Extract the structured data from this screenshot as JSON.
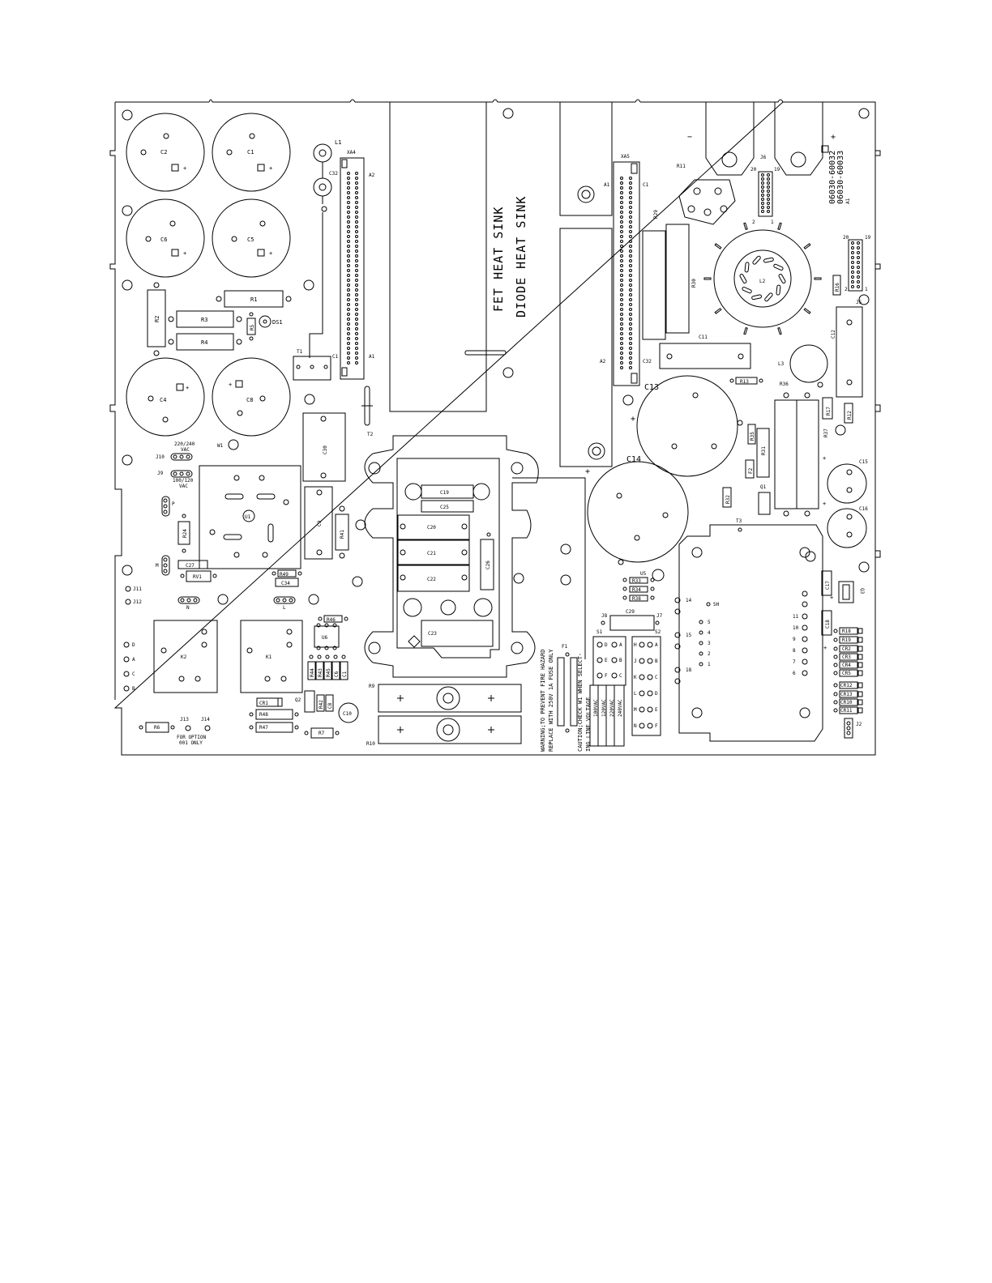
{
  "board": {
    "part_number_1": "06030-60032",
    "part_number_2": "06030-60033",
    "assembly": "A1",
    "polarity_minus": "−",
    "polarity_plus": "+",
    "fet_heat_sink": "FET HEAT SINK",
    "diode_heat_sink": "DIODE HEAT SINK",
    "warning_line1": "WARNING;TO PREVENT FIRE HAZARD",
    "warning_line2": "REPLACE WITH 250V 1A FUSE ONLY",
    "caution_line1": "CAUTION;CHECK W1 WHEN SELECT-",
    "caution_line2": "ING LINE VOLTAGE",
    "vac_220_240": "220/240",
    "vac_220_240_unit": "VAC",
    "vac_100_120": "100/120",
    "vac_100_120_unit": "VAC",
    "option_line1": "FOR OPTION",
    "option_line2": "001 ONLY",
    "s2_opt1": "100VAC",
    "s2_opt2": "120VAC",
    "s2_opt3": "220VAC",
    "s2_opt4": "240VAC"
  },
  "labels": {
    "C1": "C1",
    "C2": "C2",
    "C4": "C4",
    "C5": "C5",
    "C6": "C6",
    "C8": "C8",
    "C9": "C9",
    "C10": "C10",
    "C11": "C11",
    "C12": "C12",
    "C13": "C13",
    "C14": "C14",
    "C15": "C15",
    "C16": "C16",
    "C17": "C17",
    "C18": "C18",
    "C19": "C19",
    "C20": "C20",
    "C21": "C21",
    "C22": "C22",
    "C23": "C23",
    "C25": "C25",
    "C26": "C26",
    "C27": "C27",
    "C29": "C29",
    "C30": "C30",
    "C32": "C32",
    "C34": "C34",
    "R1": "R1",
    "R2": "R2",
    "R3": "R3",
    "R4": "R4",
    "R5": "R5",
    "R6": "R6",
    "R7": "R7",
    "R9": "R9",
    "R10": "R10",
    "R11": "R11",
    "R12": "R12",
    "R13": "R13",
    "R16": "R16",
    "R17": "R17",
    "R18": "R18",
    "R19": "R19",
    "R24": "R24",
    "R29": "R29",
    "R30": "R30",
    "R31": "R31",
    "R32": "R32",
    "R33": "R33",
    "R34": "R34",
    "R35": "R35",
    "R36": "R36",
    "R37": "R37",
    "R38": "R38",
    "R41": "R41",
    "R42": "R42",
    "R43": "R43",
    "R44": "R44",
    "R45": "R45",
    "R46": "R46",
    "R47": "R47",
    "R48": "R48",
    "R49": "R49",
    "CR1": "CR1",
    "CR2": "CR2",
    "CR3": "CR3",
    "CR4": "CR4",
    "CR5": "CR5",
    "CR10": "CR10",
    "CR11": "CR11",
    "CR12": "CR12",
    "CR13": "CR13",
    "J2": "J2",
    "J5": "J5",
    "J6": "J6",
    "J7": "J7",
    "J8": "J8",
    "J9": "J9",
    "J10": "J10",
    "J11": "J11",
    "J12": "J12",
    "J13": "J13",
    "J14": "J14",
    "K1": "K1",
    "K2": "K2",
    "L1": "L1",
    "L2": "L2",
    "L3": "L3",
    "T1": "T1",
    "T2": "T2",
    "T3": "T3",
    "U1": "U1",
    "U5": "U5",
    "U6": "U6",
    "Q1": "Q1",
    "Q2": "Q2",
    "Q3": "Q3",
    "DS1": "DS1",
    "RV1": "RV1",
    "XA4": "XA4",
    "XA5": "XA5",
    "A1": "A1",
    "A2": "A2",
    "W1": "W1",
    "F1": "F1",
    "F2": "F2",
    "S1": "S1",
    "S2": "S2",
    "P": "P",
    "M": "M",
    "N": "N",
    "L": "L",
    "D": "D",
    "A": "A",
    "C": "C",
    "B": "B",
    "SH": "SH",
    "pin20": "20",
    "pin19": "19",
    "pin2": "2",
    "pin1": "1"
  },
  "s1_rows": [
    [
      "D",
      "A"
    ],
    [
      "E",
      "B"
    ],
    [
      "F",
      "C"
    ]
  ],
  "s2_rows": [
    [
      "H",
      "A"
    ],
    [
      "J",
      "B"
    ],
    [
      "K",
      "C"
    ],
    [
      "L",
      "D"
    ],
    [
      "M",
      "E"
    ],
    [
      "N",
      "F"
    ]
  ],
  "t3_left_pins": [
    "14",
    "15",
    "18"
  ],
  "t3_mid_pins": [
    "5",
    "4",
    "3",
    "2",
    "1"
  ],
  "t3_right_pins": [
    "11",
    "10",
    "9",
    "8",
    "7",
    "6"
  ]
}
